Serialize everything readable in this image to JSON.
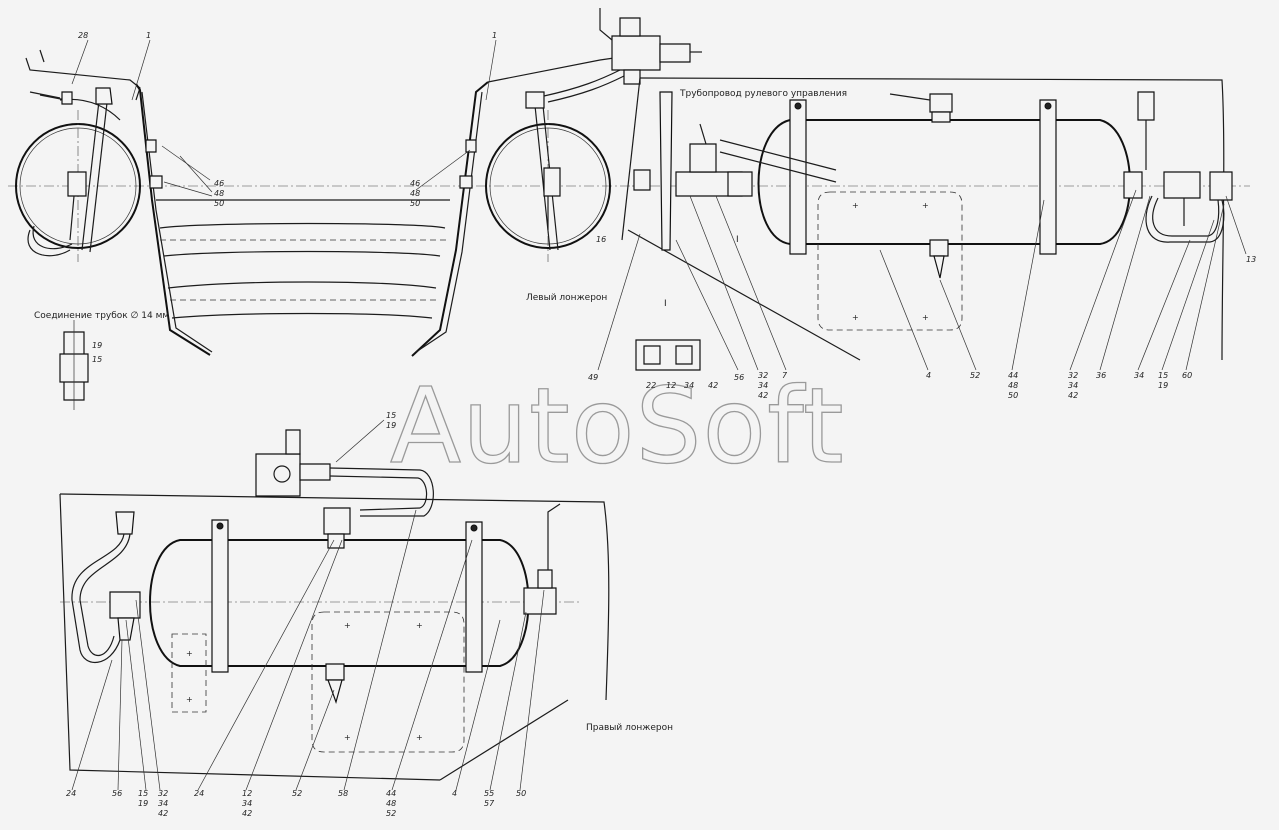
{
  "captions": {
    "tube_connection": "Соединение трубок ∅ 14 мм",
    "left_spar": "Левый лонжерон",
    "right_spar": "Правый лонжерон",
    "steering_pipe": "Трубопровод рулевого управления",
    "section_mark_top": "I",
    "section_mark_detail": "I",
    "watermark": "AutoSoft"
  },
  "callouts": {
    "c28": "28",
    "c1a": "1",
    "c1b": "1",
    "c46": "46",
    "c48": "48",
    "c50": "50",
    "d46": "46",
    "d48": "48",
    "d50": "50",
    "c19": "19",
    "c15": "15",
    "c16": "16",
    "c13": "13",
    "c49": "49",
    "c22": "22",
    "c12": "12",
    "c34s": "34",
    "c42s": "42",
    "c56": "56",
    "c32a": "32",
    "c34a": "34",
    "c42a": "42",
    "c7": "7",
    "c4": "4",
    "c52": "52",
    "c44": "44",
    "c48b": "48",
    "c50b": "50",
    "c32b": "32",
    "c34b": "34",
    "c42b": "42",
    "c36": "36",
    "c34c": "34",
    "c15b": "15",
    "c19b": "19",
    "c60": "60",
    "b15": "15",
    "b19": "19",
    "b24a": "24",
    "b56": "56",
    "b15c": "15",
    "b19c": "19",
    "b32": "32",
    "b34": "34",
    "b42": "42",
    "b24b": "24",
    "b12": "12",
    "b34b": "34",
    "b42b": "42",
    "b52": "52",
    "b58": "58",
    "b44": "44",
    "b48": "48",
    "b52b": "52",
    "b4": "4",
    "b55": "55",
    "b57": "57",
    "b50": "50"
  }
}
